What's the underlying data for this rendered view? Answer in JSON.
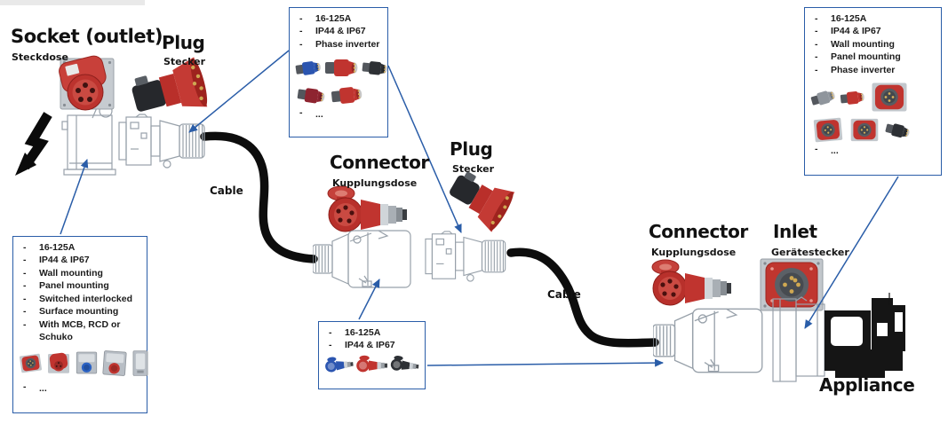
{
  "diagram": {
    "stations": {
      "socket": {
        "title": "Socket (outlet)",
        "subtitle": "Steckdose"
      },
      "plug1": {
        "title": "Plug",
        "subtitle": "Stecker"
      },
      "connector1": {
        "title": "Connector",
        "subtitle": "Kupplungsdose"
      },
      "plug2": {
        "title": "Plug",
        "subtitle": "Stecker"
      },
      "connector2": {
        "title": "Connector",
        "subtitle": "Kupplungsdose"
      },
      "inlet": {
        "title": "Inlet",
        "subtitle": "Gerätestecker"
      },
      "appliance": {
        "title": "Appliance"
      }
    },
    "cable1_label": "Cable",
    "cable2_label": "Cable"
  },
  "callouts": {
    "plug_box": {
      "items": [
        "16-125A",
        "IP44 & IP67",
        "Phase inverter"
      ],
      "more": "...",
      "icons": [
        "blue-plug",
        "red-plug-large",
        "black-plug",
        "dark-red-plug",
        "red-gray-plug"
      ]
    },
    "inlet_box": {
      "items": [
        "16-125A",
        "IP44 & IP67",
        "Wall mounting",
        "Panel mounting",
        "Phase inverter"
      ],
      "more": "...",
      "icons": [
        "gray-angled-inlet",
        "red-inlet",
        "red-round-inlet",
        "red-flange-inlet",
        "red-panel-inlet",
        "black-angled-inlet"
      ]
    },
    "socket_box": {
      "items": [
        "16-125A",
        "IP44 & IP67",
        "Wall mounting",
        "Panel mounting",
        "Switched interlocked",
        "Surface mounting",
        "With MCB, RCD or Schuko"
      ],
      "more": "...",
      "icons": [
        "red-wall-socket",
        "red-panel-socket",
        "blue-interlocked-socket",
        "red-switched-socket",
        "gray-enclosure-socket"
      ]
    },
    "connector_box": {
      "items": [
        "16-125A",
        "IP44 & IP67"
      ],
      "icons": [
        "blue-connector",
        "red-connector",
        "black-connector"
      ]
    }
  },
  "colors": {
    "accent_blue": "#2a5da8",
    "cee_red": "#c0342f",
    "cable_black": "#0d0d0d",
    "sketch_gray": "#98a1aa"
  }
}
